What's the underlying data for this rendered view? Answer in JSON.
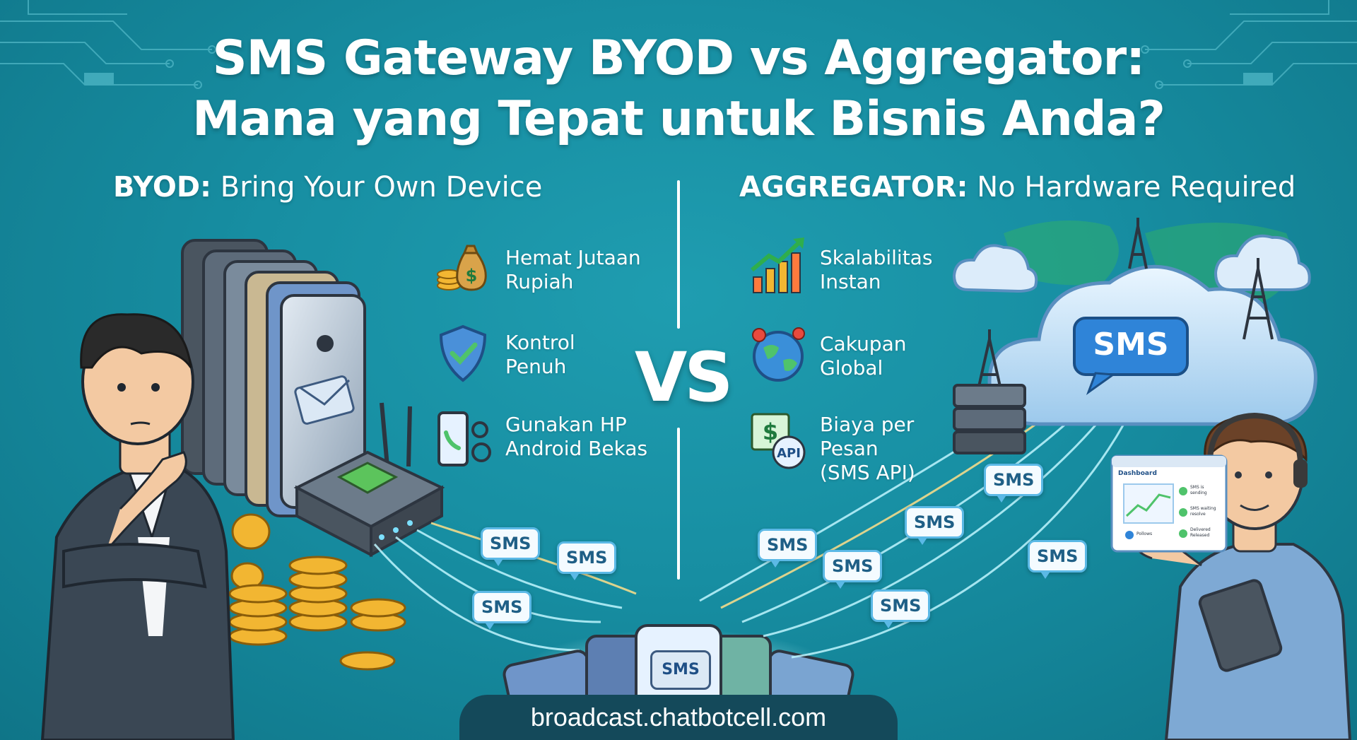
{
  "title": {
    "line1": "SMS Gateway BYOD vs Aggregator:",
    "line2": "Mana yang Tepat untuk Bisnis Anda?"
  },
  "byod": {
    "heading_bold": "BYOD:",
    "heading_rest": " Bring Your Own Device",
    "features": [
      {
        "text": "Hemat Jutaan\nRupiah",
        "icon": "money-bag-icon"
      },
      {
        "text": "Kontrol\nPenuh",
        "icon": "shield-check-icon"
      },
      {
        "text": "Gunakan HP\nAndroid Bekas",
        "icon": "phone-gear-icon"
      }
    ]
  },
  "aggregator": {
    "heading_bold": "AGGREGATOR:",
    "heading_rest": " No Hardware Required",
    "features": [
      {
        "text": "Skalabilitas\nInstan",
        "icon": "growth-chart-icon"
      },
      {
        "text": "Cakupan\nGlobal",
        "icon": "globe-icon"
      },
      {
        "text": "Biaya per\nPesan\n(SMS API)",
        "icon": "api-billing-icon"
      }
    ]
  },
  "vs_label": "VS",
  "bubble_label": "SMS",
  "cloud_label": "SMS",
  "phone_label": "SMS",
  "coin_symbol": "$",
  "api_label": "API",
  "dashboard": {
    "title": "Dashboard",
    "rows": [
      "SMS is\nsending",
      "SMS waiting\nresolve",
      "Delivered\nReleased"
    ],
    "footer": "Pollows"
  },
  "url": "broadcast.chatbotcell.com",
  "colors": {
    "background": "#178ea2",
    "accent_green": "#4fc36b",
    "gold": "#f2b632",
    "bubble_border": "#5bb9e6",
    "footer_bar": "#14495a"
  }
}
